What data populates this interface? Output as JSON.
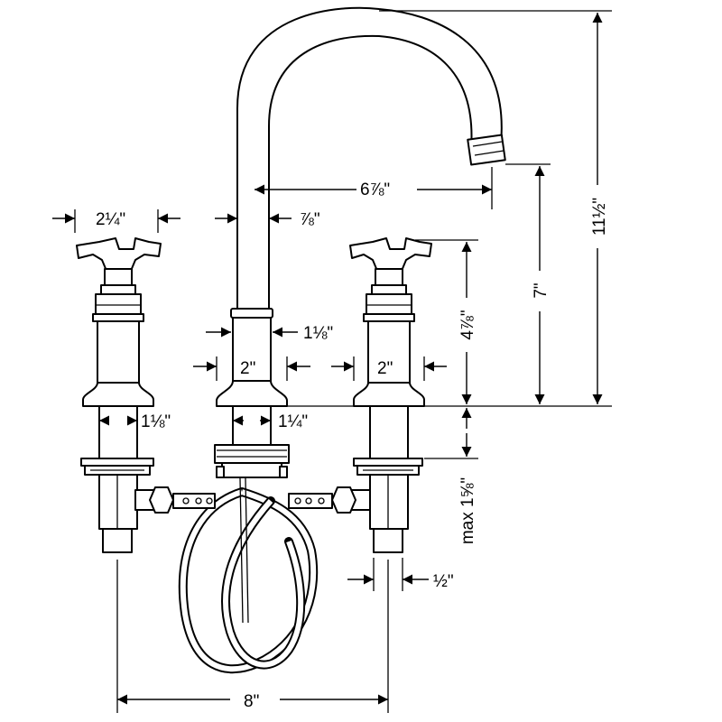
{
  "dimensions": {
    "handle_width": "2¼\"",
    "spout_thickness": "⅞\"",
    "spout_reach": "6⅞\"",
    "overall_height": "11½\"",
    "spout_outlet_height": "7\"",
    "handle_height": "4⅞\"",
    "spout_neck_diameter": "1⅛\"",
    "spout_base_width": "2\"",
    "handle_base_width": "2\"",
    "handle_shank_diameter": "1⅛\"",
    "spout_shank_diameter": "1¼\"",
    "max_deck_thickness": "max 1⅝\"",
    "supply_connection": "½\"",
    "center_spread": "8\""
  },
  "colors": {
    "line": "#000000",
    "background": "#ffffff"
  }
}
